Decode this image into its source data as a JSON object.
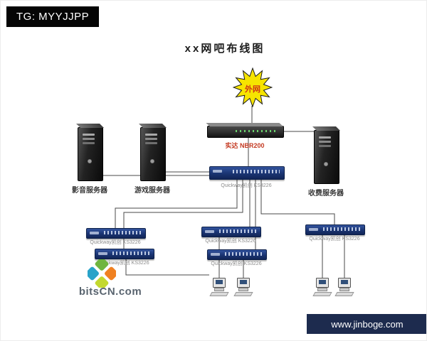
{
  "overlay": {
    "tg_banner": "TG: MYYJJPP",
    "site_banner": "www.jinboge.com",
    "watermark": "bitsCN.com"
  },
  "diagram": {
    "title": "xx网吧布线图",
    "external_network": "外网",
    "router": {
      "label": "实达 NBR200"
    },
    "servers": [
      {
        "label": "影音服务器"
      },
      {
        "label": "游戏服务器"
      },
      {
        "label": "收费服务器"
      }
    ],
    "main_switch": {
      "label": "Quickway凯创 KS3226"
    },
    "sub_switches": [
      {
        "label": "Quickway凯创 KS3226"
      },
      {
        "label": "Quickway凯创 KS3226"
      },
      {
        "label": "Quickway凯创 KS3226"
      },
      {
        "label": "Quickway凯创 KS3226"
      },
      {
        "label": "Quickway凯创 KS3226"
      }
    ]
  },
  "colors": {
    "switch_navy": "#1a3472",
    "starburst_yellow": "#f6e400",
    "router_label_red": "#c43a22",
    "banner_black": "#050505",
    "site_banner_navy": "#1d2b4e"
  }
}
